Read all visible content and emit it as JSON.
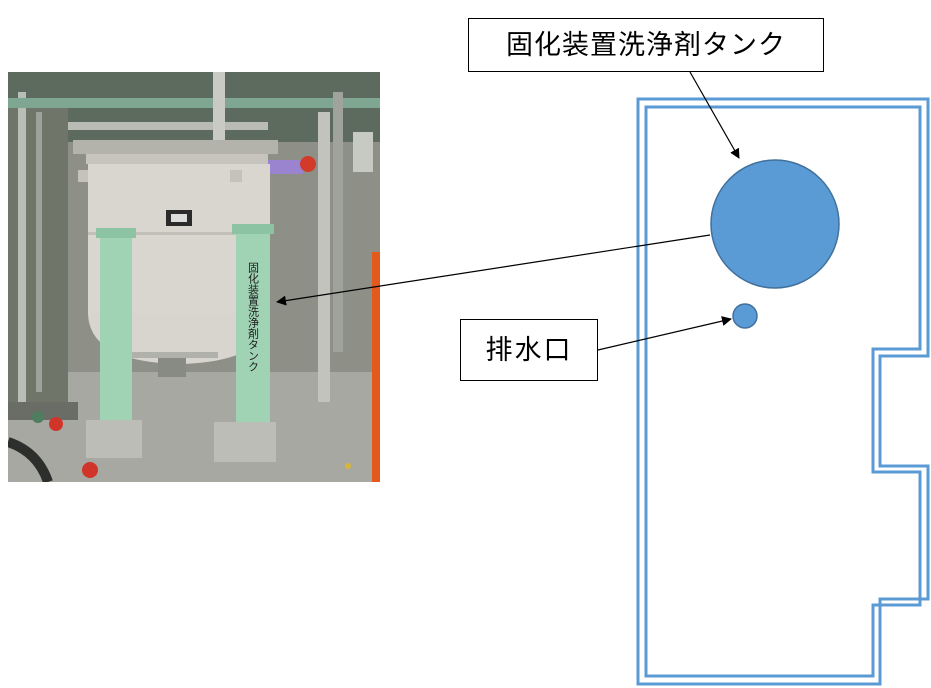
{
  "callouts": {
    "tank_label": "固化装置洗浄剤タンク",
    "drain_label": "排水口"
  },
  "photo": {
    "tank_side_text": "固化装置洗浄剤タンク"
  },
  "colors": {
    "wall_outline": "#5b9bd5",
    "tank_fill": "#5b9bd5",
    "tank_stroke": "#41719c",
    "leg_green": "#9fd3b4",
    "tank_body": "#d9d6d0"
  }
}
